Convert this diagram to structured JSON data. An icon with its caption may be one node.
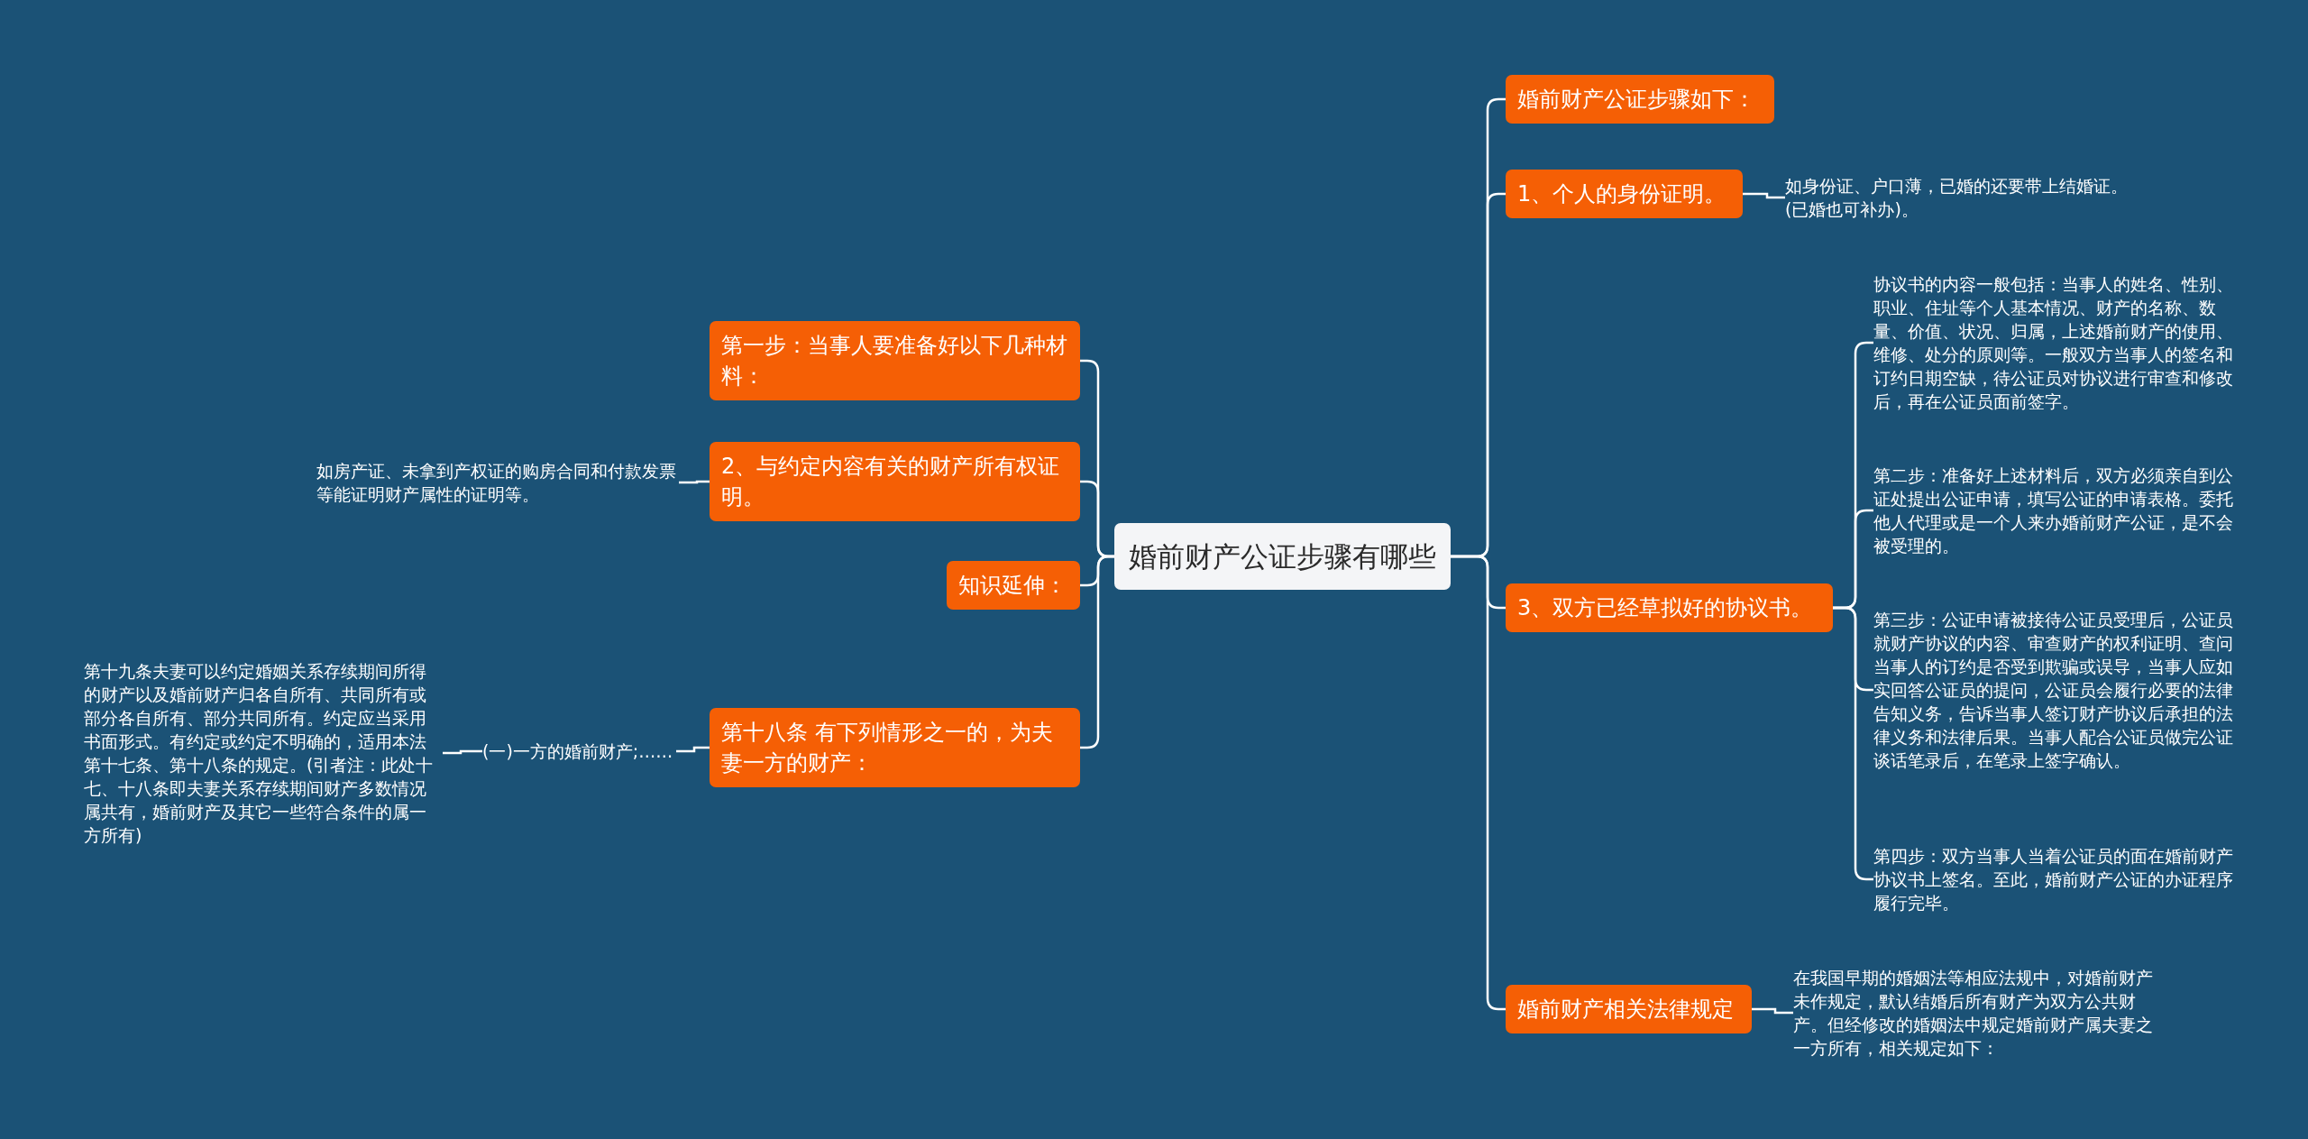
{
  "diagram": {
    "nodes": [
      {
        "text": [
          "婚前财产公证步骤有哪些"
        ]
      },
      {
        "text": [
          "第一步：当事人要准备好以下几种材料："
        ]
      },
      {
        "text": [
          "2、与约定内容有关的财产所有权证明。"
        ]
      },
      {
        "text": [
          "如房产证、未拿到产权证的购房合同和付款发票等能证明财产属性的证明等。"
        ]
      },
      {
        "text": [
          "知识延伸："
        ]
      },
      {
        "text": [
          "第十八条 有下列情形之一的，为夫妻一方的财产："
        ]
      },
      {
        "text": [
          "(一)一方的婚前财产;……"
        ]
      },
      {
        "text": [
          "第十九条夫妻可以约定婚姻关系存续期间所得的财产以及婚前财产归各自所有、共同所有或部分各自所有、部分共同所有。约定应当采用书面形式。有约定或约定不明确的，适用本法第十七条、第十八条的规定。(引者注：此处十七、十八条即夫妻关系存续期间财产多数情况属共有，婚前财产及其它一些符合条件的属一方所有)"
        ]
      },
      {
        "text": [
          "婚前财产公证步骤如下："
        ]
      },
      {
        "text": [
          "1、个人的身份证明。"
        ]
      },
      {
        "text": [
          "如身份证、户口薄，已婚的还要带上结婚证。(已婚也可补办)。"
        ]
      },
      {
        "text": [
          "3、双方已经草拟好的协议书。"
        ]
      },
      {
        "text": [
          "协议书的内容一般包括：当事人的姓名、性别、职业、住址等个人基本情况、财产的名称、数量、价值、状况、归属，上述婚前财产的使用、维修、处分的原则等。一般双方当事人的签名和订约日期空缺，待公证员对协议进行审查和修改后，再在公证员面前签字。"
        ]
      },
      {
        "text": [
          "第二步：准备好上述材料后，双方必须亲自到公证处提出公证申请，填写公证的申请表格。委托他人代理或是一个人来办婚前财产公证，是不会被受理的。"
        ]
      },
      {
        "text": [
          "第三步：公证申请被接待公证员受理后，公证员就财产协议的内容、审查财产的权利证明、查问当事人的订约是否受到欺骗或误导，当事人应如实回答公证员的提问，公证员会履行必要的法律告知义务，告诉当事人签订财产协议后承担的法律义务和法律后果。当事人配合公证员做完公证谈话笔录后，在笔录上签字确认。"
        ]
      },
      {
        "text": [
          "第四步：双方当事人当着公证员的面在婚前财产协议书上签名。至此，婚前财产公证的办证程序履行完毕。"
        ]
      },
      {
        "text": [
          "婚前财产相关法律规定"
        ]
      },
      {
        "text": [
          "在我国早期的婚姻法等相应法规中，对婚前财产未作规定，默认结婚后所有财产为双方公共财产。但经修改的婚姻法中规定婚前财产属夫妻之一方所有，相关规定如下："
        ]
      }
    ],
    "edges": [
      {
        "from": 0,
        "to": 1,
        "arrow": "none"
      },
      {
        "from": 0,
        "to": 2,
        "arrow": "none"
      },
      {
        "from": 2,
        "to": 3,
        "arrow": "none"
      },
      {
        "from": 0,
        "to": 4,
        "arrow": "none"
      },
      {
        "from": 0,
        "to": 5,
        "arrow": "none"
      },
      {
        "from": 5,
        "to": 6,
        "arrow": "none"
      },
      {
        "from": 6,
        "to": 7,
        "arrow": "none"
      },
      {
        "from": 0,
        "to": 8,
        "arrow": "none"
      },
      {
        "from": 0,
        "to": 9,
        "arrow": "none"
      },
      {
        "from": 9,
        "to": 10,
        "arrow": "none"
      },
      {
        "from": 0,
        "to": 11,
        "arrow": "none"
      },
      {
        "from": 11,
        "to": 12,
        "arrow": "none"
      },
      {
        "from": 11,
        "to": 13,
        "arrow": "none"
      },
      {
        "from": 11,
        "to": 14,
        "arrow": "none"
      },
      {
        "from": 11,
        "to": 15,
        "arrow": "none"
      },
      {
        "from": 0,
        "to": 16,
        "arrow": "none"
      },
      {
        "from": 16,
        "to": 17,
        "arrow": "none"
      }
    ]
  }
}
